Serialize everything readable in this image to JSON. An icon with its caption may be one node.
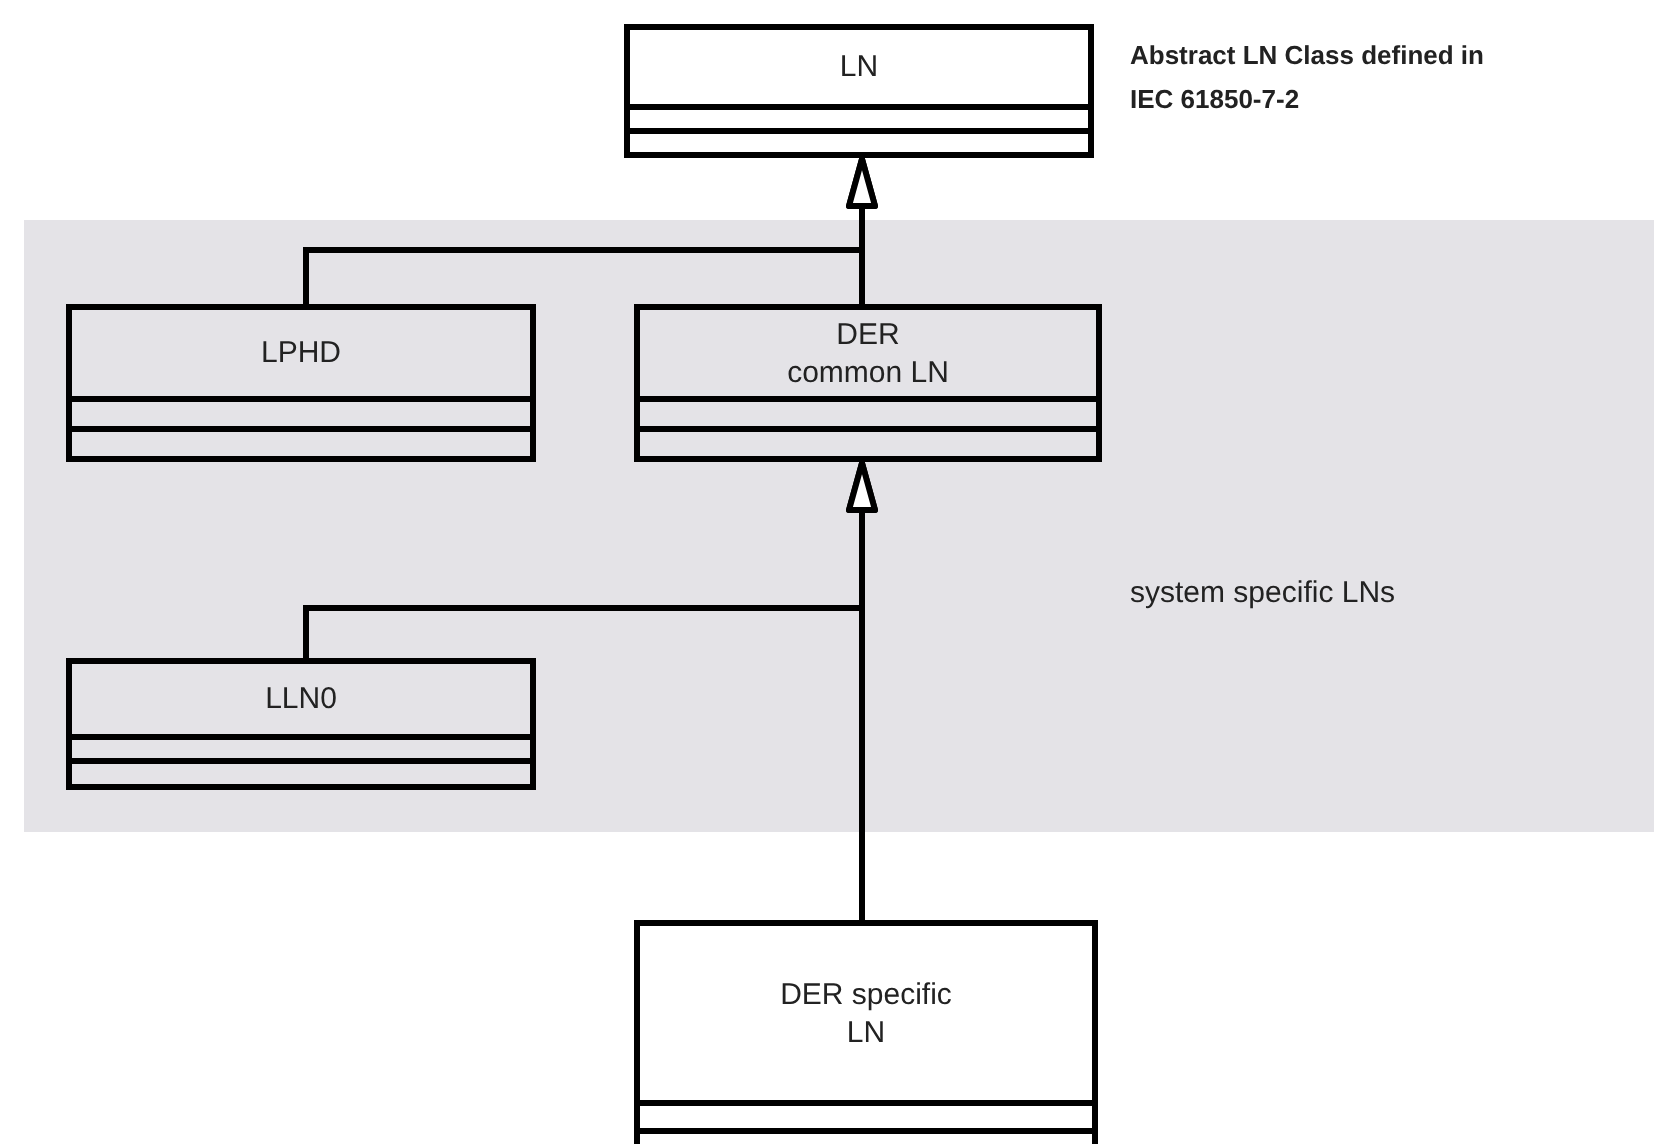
{
  "diagram": {
    "nodes": [
      {
        "text": [
          "LN"
        ],
        "beside": [
          "Abstract LN Class defined in IEC 61850-7-2"
        ]
      },
      {
        "text": [
          "system specific LNs"
        ]
      },
      {
        "text": [
          "LPHD"
        ],
        "in": 1
      },
      {
        "text": [
          "DER common LN"
        ],
        "in": 1
      },
      {
        "text": [
          "LLN0"
        ],
        "in": 1
      },
      {
        "text": [
          "DER specific LN"
        ]
      }
    ],
    "edges": [
      {
        "from": 2,
        "to": 0,
        "arrow": "to"
      },
      {
        "from": 3,
        "to": 0,
        "arrow": "to"
      },
      {
        "from": 4,
        "to": 3,
        "arrow": "to"
      },
      {
        "from": 5,
        "to": 3,
        "arrow": "to"
      }
    ]
  }
}
